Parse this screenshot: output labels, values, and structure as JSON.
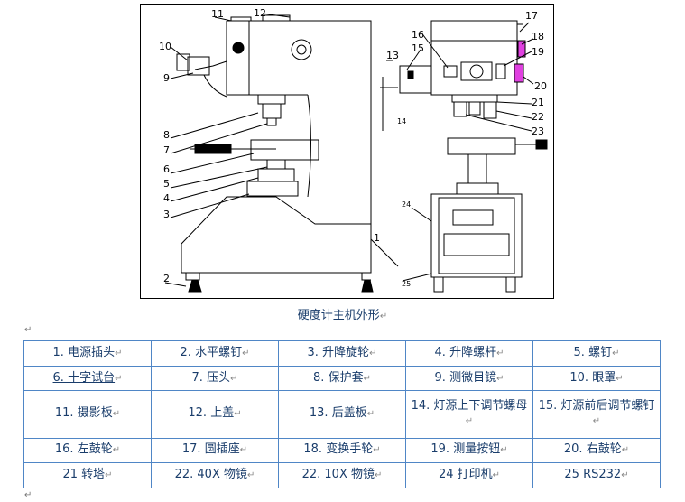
{
  "figure": {
    "callouts": [
      "1",
      "2",
      "3",
      "4",
      "5",
      "6",
      "7",
      "8",
      "9",
      "10",
      "11",
      "12",
      "13",
      "14",
      "15",
      "16",
      "17",
      "18",
      "19",
      "20",
      "21",
      "22",
      "23",
      "24",
      "25"
    ]
  },
  "caption": "硬度计主机外形",
  "table": {
    "rows": [
      [
        "1. 电源插头",
        "2. 水平螺钉",
        "3. 升降旋轮",
        "4. 升降螺杆",
        "5. 螺钉"
      ],
      [
        "6. 十字试台",
        "7. 压头",
        "8. 保护套",
        "9. 测微目镜",
        "10. 眼罩"
      ],
      [
        "11. 摄影板",
        "12. 上盖",
        "13. 后盖板",
        "14. 灯源上下调节螺母",
        "15. 灯源前后调节螺钉"
      ],
      [
        "16. 左鼓轮",
        "17.  圆插座",
        "18.  变换手轮",
        "19.  测量按钮",
        "20.  右鼓轮"
      ],
      [
        "21 转塔",
        "22. 40X 物镜",
        "22. 10X 物镜",
        "24 打印机",
        "25  RS232"
      ]
    ]
  },
  "colors": {
    "text": "#1a3d6b",
    "table_border": "#4f86c6",
    "highlight_knob": "#e040e0"
  }
}
